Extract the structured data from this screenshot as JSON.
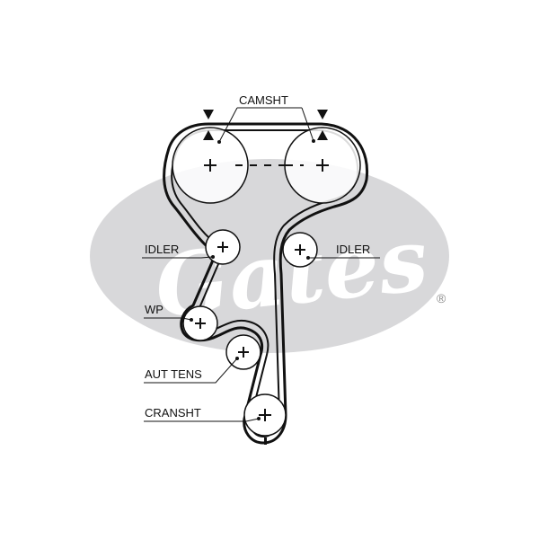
{
  "watermark": {
    "brand": "Gates",
    "registered_mark": "®",
    "oval_color": "#d8d8da"
  },
  "labels": {
    "camshaft": "CAMSHT",
    "idler_left": "IDLER",
    "idler_right": "IDLER",
    "water_pump": "WP",
    "auto_tensioner": "AUT TENS",
    "crankshaft": "CRANSHT"
  },
  "colors": {
    "belt": "#111111",
    "pulley_outline": "#111111"
  }
}
